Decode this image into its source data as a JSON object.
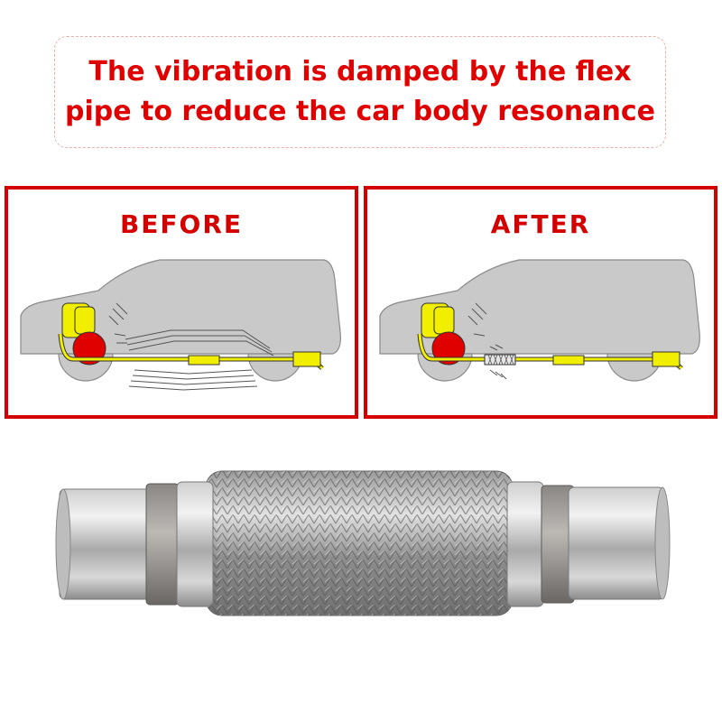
{
  "headline": {
    "line1": "The vibration is damped by the flex",
    "line2": "pipe to reduce the car body resonance"
  },
  "panels": {
    "before": {
      "label": "BEFORE"
    },
    "after": {
      "label": "AFTER"
    }
  },
  "colors": {
    "accent_red": "#d40000",
    "headline_red": "#e00000",
    "car_body": "#c9c9c9",
    "exhaust_yellow": "#f2ee00",
    "engine_red": "#e00000"
  }
}
